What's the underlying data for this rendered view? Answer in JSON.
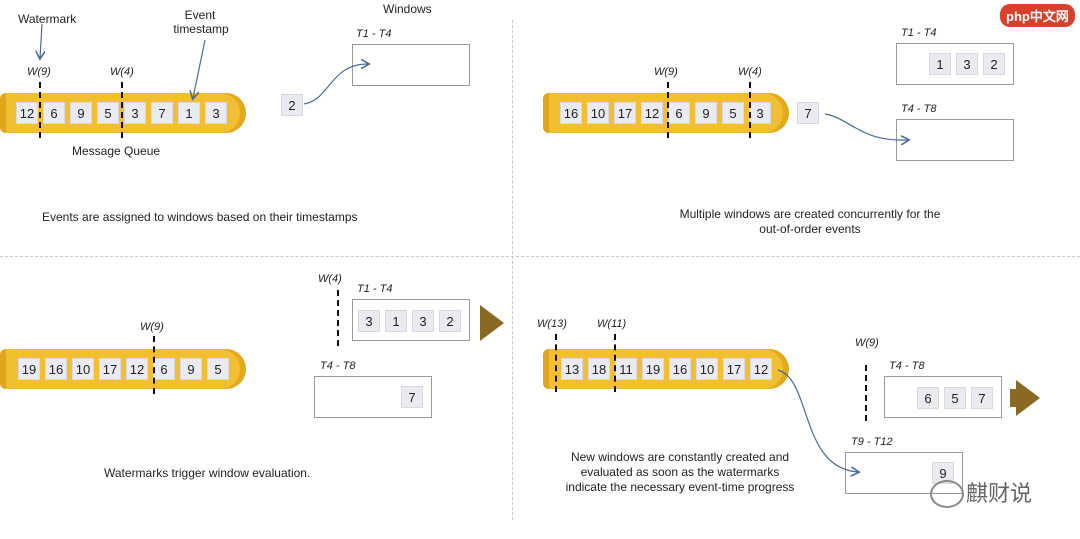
{
  "labels": {
    "watermark": "Watermark",
    "event_timestamp_1": "Event",
    "event_timestamp_2": "timestamp",
    "windows": "Windows",
    "message_queue": "Message Queue"
  },
  "panel1": {
    "queue": [
      "12",
      "6",
      "9",
      "5",
      "3",
      "7",
      "1",
      "3"
    ],
    "marks": [
      "W(9)",
      "W(4)"
    ],
    "incoming": "2",
    "window_label": "T1 - T4",
    "caption": "Events are assigned to windows based on their timestamps"
  },
  "panel2": {
    "queue": [
      "16",
      "10",
      "17",
      "12",
      "6",
      "9",
      "5",
      "3"
    ],
    "marks": [
      "W(9)",
      "W(4)"
    ],
    "incoming": "7",
    "window1_label": "T1 - T4",
    "window1_items": [
      "1",
      "3",
      "2"
    ],
    "window2_label": "T4 - T8",
    "caption1": "Multiple windows are created concurrently for the",
    "caption2": "out-of-order events"
  },
  "panel3": {
    "queue": [
      "19",
      "16",
      "10",
      "17",
      "12",
      "6",
      "9",
      "5"
    ],
    "marks": [
      "W(9)",
      "W(4)"
    ],
    "window1_label": "T1 - T4",
    "window1_items": [
      "3",
      "1",
      "3",
      "2"
    ],
    "window2_label": "T4 - T8",
    "window2_items": [
      "7"
    ],
    "caption": "Watermarks trigger window evaluation."
  },
  "panel4": {
    "queue": [
      "13",
      "18",
      "11",
      "19",
      "16",
      "10",
      "17",
      "12"
    ],
    "marks": [
      "W(13)",
      "W(11)",
      "W(9)"
    ],
    "window1_label": "T4 - T8",
    "window1_items": [
      "6",
      "5",
      "7"
    ],
    "window2_label": "T9 - T12",
    "window2_items": [
      "9"
    ],
    "caption1": "New windows are constantly created and",
    "caption2": "evaluated as soon as the watermarks",
    "caption3": "indicate the necessary event-time progress"
  },
  "branding": {
    "logo_text": "php中文网",
    "wechat_text": "麒财说"
  },
  "colors": {
    "queue": "#f2bf33",
    "arrow": "#8a6a23",
    "line": "#4a6a9a"
  }
}
